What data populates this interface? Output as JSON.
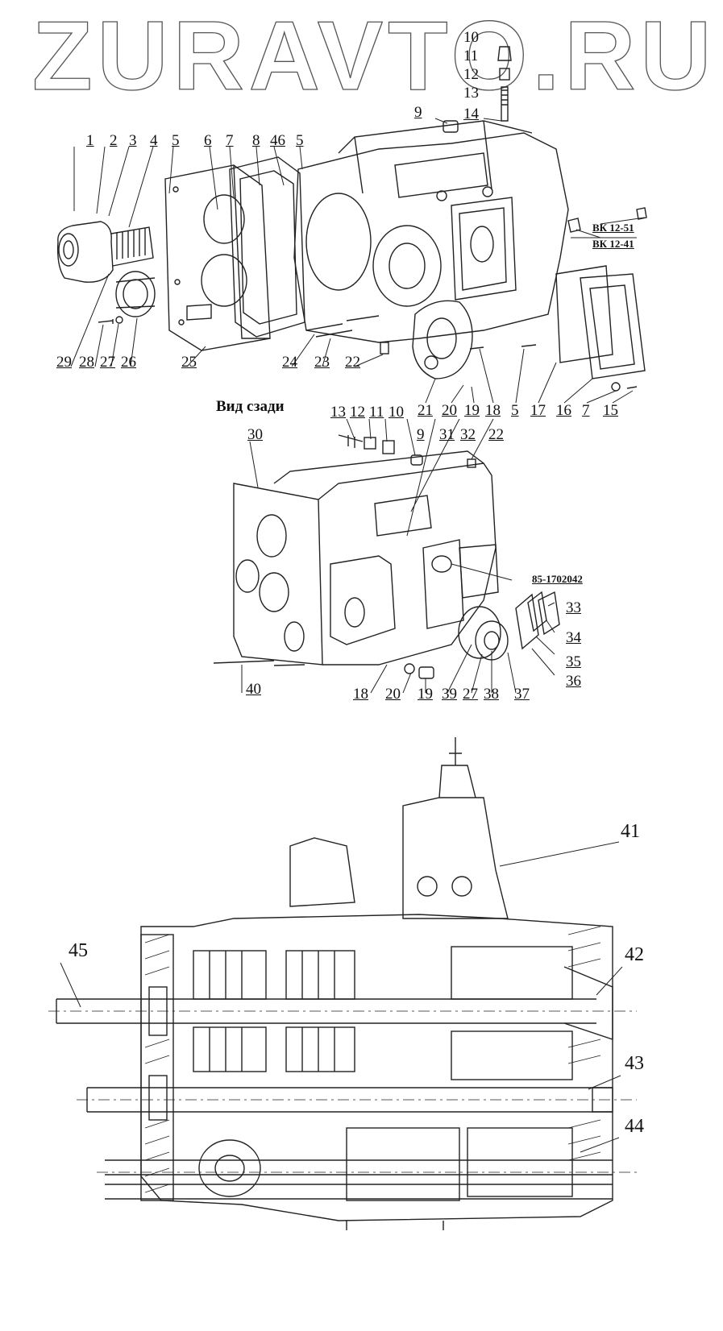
{
  "watermark": "ZURAVTO.RU",
  "view_caption": "Вид сзади",
  "top_labels": [
    "1",
    "2",
    "3",
    "4",
    "5",
    "6",
    "7",
    "8",
    "46",
    "5",
    "9",
    "10",
    "11",
    "12",
    "13",
    "14"
  ],
  "top_bottom_labels": [
    "29",
    "28",
    "27",
    "26",
    "25",
    "24",
    "23",
    "22",
    "21",
    "20",
    "19",
    "18",
    "5",
    "17",
    "16",
    "7",
    "15"
  ],
  "sensor_labels": [
    "ВК 12-51",
    "ВК 12-41"
  ],
  "rear_labels": [
    "13",
    "12",
    "11",
    "10",
    "9",
    "31",
    "32",
    "22",
    "30"
  ],
  "rear_side_labels": [
    "85-1702042",
    "33",
    "34",
    "35",
    "36"
  ],
  "rear_bottom_labels": [
    "40",
    "18",
    "20",
    "19",
    "39",
    "27",
    "38",
    "37"
  ],
  "section_labels": [
    "41",
    "42",
    "43",
    "44",
    "45"
  ]
}
